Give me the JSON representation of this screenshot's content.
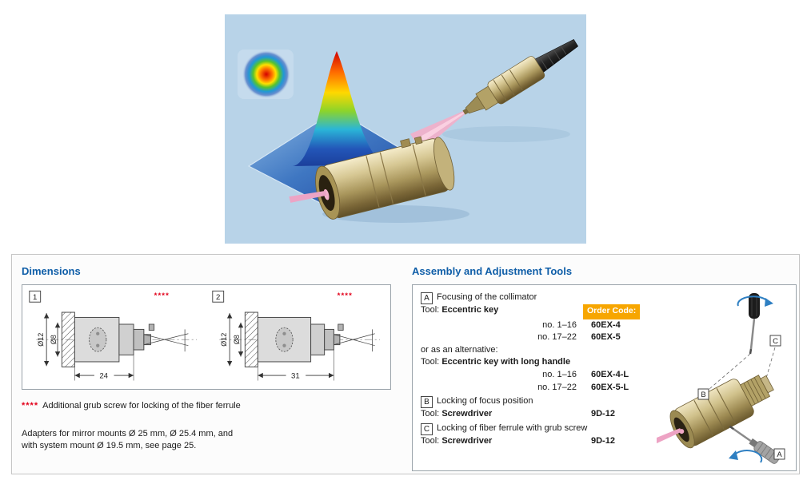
{
  "colors": {
    "title_blue": "#0F5EA8",
    "order_code_orange": "#F7A600",
    "footnote_red": "#E2001A",
    "hero_background": "#B8D3E8"
  },
  "dimensions": {
    "title": "Dimensions",
    "drawings": [
      {
        "index": "1",
        "stars": "****",
        "outer_dia": "Ø12",
        "inner_dia": "Ø8",
        "length": "24"
      },
      {
        "index": "2",
        "stars": "****",
        "outer_dia": "Ø12",
        "inner_dia": "Ø8",
        "length": "31"
      }
    ],
    "footnote_stars": "****",
    "footnote_text": "Additional grub screw for locking of the fiber ferrule",
    "adapter_note_line1": "Adapters for mirror mounts Ø 25 mm, Ø 25.4 mm, and",
    "adapter_note_line2": "with system mount Ø 19.5 mm, see page 25."
  },
  "tools": {
    "title": "Assembly and Adjustment Tools",
    "order_code_label": "Order Code:",
    "section_a": {
      "marker": "A",
      "heading": "Focusing of the collimator",
      "tool_label": "Tool:",
      "tool_name": "Eccentric key",
      "rows": [
        {
          "range": "no. 1–16",
          "code": "60EX-4"
        },
        {
          "range": "no. 17–22",
          "code": "60EX-5"
        }
      ],
      "alternative_text": "or as an alternative:",
      "alt_tool_label": "Tool:",
      "alt_tool_name": "Eccentric key with long handle",
      "alt_rows": [
        {
          "range": "no. 1–16",
          "code": "60EX-4-L"
        },
        {
          "range": "no. 17–22",
          "code": "60EX-5-L"
        }
      ]
    },
    "section_b": {
      "marker": "B",
      "heading": "Locking of focus position",
      "tool_label": "Tool:",
      "tool_name": "Screwdriver",
      "code": "9D-12"
    },
    "section_c": {
      "marker": "C",
      "heading": "Locking of fiber ferrule with grub screw",
      "tool_label": "Tool:",
      "tool_name": "Screwdriver",
      "code": "9D-12"
    },
    "illustration_markers": {
      "a": "A",
      "b": "B",
      "c": "C"
    }
  }
}
